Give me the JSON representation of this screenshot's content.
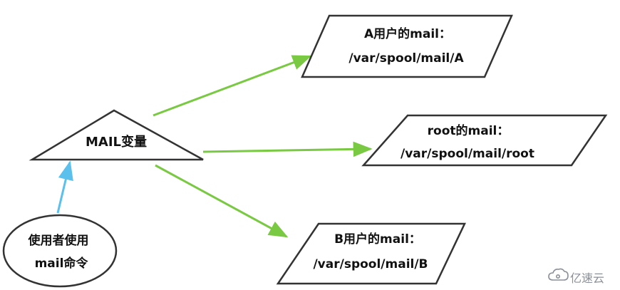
{
  "triangle": {
    "label": "MAIL变量"
  },
  "user_ellipse": {
    "line1": "使用者使用",
    "line2": "mail命令"
  },
  "boxes": [
    {
      "title": "A用户的mail：",
      "path": "/var/spool/mail/A"
    },
    {
      "title": "root的mail：",
      "path": "/var/spool/mail/root"
    },
    {
      "title": "B用户的mail：",
      "path": "/var/spool/mail/B"
    }
  ],
  "watermark": {
    "text": "亿速云",
    "icon": "cloud-logo-icon"
  },
  "colors": {
    "green_arrow": "#7ac943",
    "blue_arrow": "#5bc0eb",
    "outline": "#333333"
  }
}
